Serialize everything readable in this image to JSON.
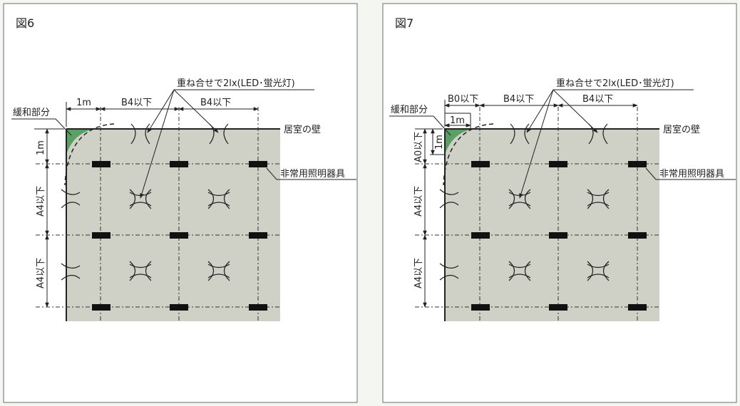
{
  "fig6": {
    "title": "図6",
    "overlap_label": "重ね合せで2lx(LED･蛍光灯)",
    "relief_label": "緩和部分",
    "wall_label": "居室の壁",
    "fixture_label": "非常用照明器具",
    "dim_top_1m": "1m",
    "dim_top_b4_a": "B4以下",
    "dim_top_b4_b": "B4以下",
    "dim_left_1m": "1m",
    "dim_left_a4_a": "A4以下",
    "dim_left_a4_b": "A4以下"
  },
  "fig7": {
    "title": "図7",
    "overlap_label": "重ね合せで2lx(LED･蛍光灯)",
    "relief_label": "緩和部分",
    "wall_label": "居室の壁",
    "fixture_label": "非常用照明器具",
    "dim_top_b0": "B0以下",
    "dim_top_1m": "1m",
    "dim_top_b4_a": "B4以下",
    "dim_top_b4_b": "B4以下",
    "dim_left_a0": "A0以下",
    "dim_left_1m": "1m",
    "dim_left_a4_a": "A4以下",
    "dim_left_a4_b": "A4以下"
  },
  "colors": {
    "room_fill": "#cfd0c6",
    "relief_fill": "#5aa064",
    "frame": "#6e6e6e"
  }
}
